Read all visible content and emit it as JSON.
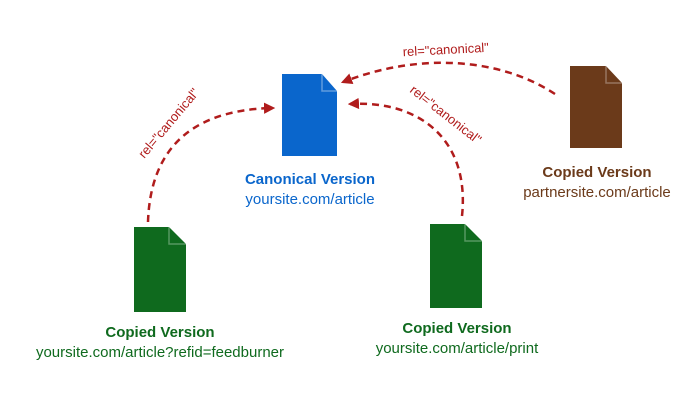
{
  "colors": {
    "canonical": "#0a66cc",
    "copied_green": "#0f6a1e",
    "copied_brown": "#6b3a1a",
    "arrow": "#b01c1c",
    "text_dark": "#1b1b1b"
  },
  "relation_label": "rel=\"canonical\"",
  "nodes": {
    "canonical": {
      "title": "Canonical Version",
      "url": "yoursite.com/article",
      "icon": "document-icon"
    },
    "partner": {
      "title": "Copied Version",
      "url": "partnersite.com/article",
      "icon": "document-icon"
    },
    "feedburner": {
      "title": "Copied Version",
      "url": "yoursite.com/article?refid=feedburner",
      "icon": "document-icon"
    },
    "print": {
      "title": "Copied Version",
      "url": "yoursite.com/article/print",
      "icon": "document-icon"
    }
  },
  "arrows": [
    {
      "from": "feedburner",
      "to": "canonical",
      "label": "rel=\"canonical\""
    },
    {
      "from": "print",
      "to": "canonical",
      "label": "rel=\"canonical\""
    },
    {
      "from": "partner",
      "to": "canonical",
      "label": "rel=\"canonical\""
    }
  ]
}
